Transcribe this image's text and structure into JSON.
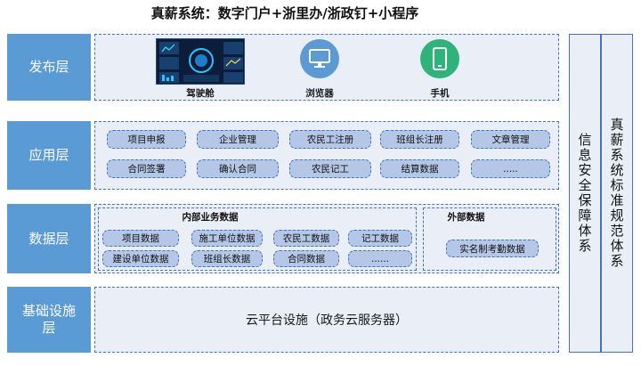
{
  "title": "真薪系统：数字门户+浙里办/浙政钉+小程序",
  "layers": {
    "publish": "发布层",
    "app": "应用层",
    "data": "数据层",
    "infra": "基础设施层"
  },
  "publish": {
    "cockpit": "驾驶舱",
    "browser": "浏览器",
    "mobile": "手机"
  },
  "apps": [
    "项目申报",
    "企业管理",
    "农民工注册",
    "班组长注册",
    "文章管理",
    "合同签署",
    "确认合同",
    "农民记工",
    "结算数据",
    "....."
  ],
  "internal": {
    "title": "内部业务数据",
    "items": [
      "项目数据",
      "施工单位数据",
      "农民工数据",
      "记工数据",
      "建设单位数据",
      "班组长数据",
      "合同数据",
      "......"
    ]
  },
  "external": {
    "title": "外部数据",
    "items": [
      "实名制考勤数据"
    ]
  },
  "infra_text": "云平台设施（政务云服务器）",
  "side": {
    "security": "信息安全保障体系",
    "standard": "真薪系统标准规范体系"
  },
  "colors": {
    "label_bg": "#5b9bd5",
    "panel_bg": "#e9eef7",
    "border": "#4472c4",
    "pill_bg": "#b4c7e7",
    "browser_icon": "#5b9bd5",
    "mobile_icon": "#2fb37a"
  }
}
